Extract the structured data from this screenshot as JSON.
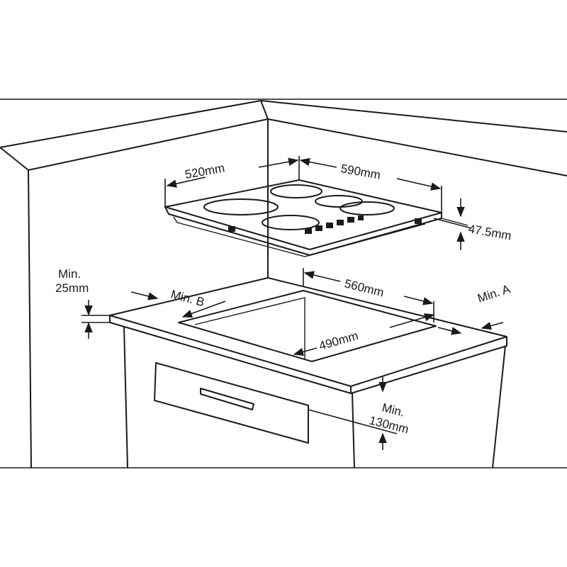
{
  "diagram": {
    "title": "Hob installation dimensions",
    "colors": {
      "line": "#1a1a1a",
      "background": "#ffffff"
    },
    "labels": {
      "hob_depth": "520mm",
      "hob_width": "590mm",
      "hob_height": "47.5mm",
      "min_top_line1": "Min.",
      "min_top_line2": "25mm",
      "min_b": "Min. B",
      "cutout_width": "560mm",
      "min_a": "Min. A",
      "cutout_depth": "490mm",
      "min_bottom_line1": "Min.",
      "min_bottom_line2": "130mm"
    }
  }
}
